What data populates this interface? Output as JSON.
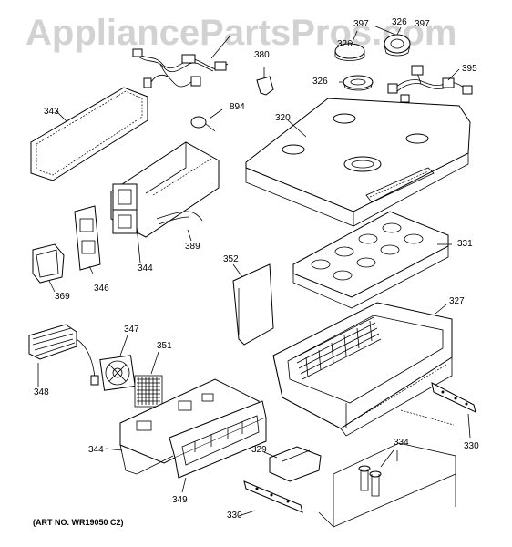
{
  "watermark": "AppliancePartsPros.com",
  "art_number": "(ART NO. WR19050 C2)",
  "callouts": [
    {
      "id": "397a",
      "text": "397"
    },
    {
      "id": "326a",
      "text": "326"
    },
    {
      "id": "397b",
      "text": "397"
    },
    {
      "id": "326b",
      "text": "326"
    },
    {
      "id": "326c",
      "text": "326"
    },
    {
      "id": "395",
      "text": "395"
    },
    {
      "id": "380",
      "text": "380"
    },
    {
      "id": "894",
      "text": "894"
    },
    {
      "id": "343",
      "text": "343"
    },
    {
      "id": "320",
      "text": "320"
    },
    {
      "id": "331",
      "text": "331"
    },
    {
      "id": "389",
      "text": "389"
    },
    {
      "id": "344a",
      "text": "344"
    },
    {
      "id": "352",
      "text": "352"
    },
    {
      "id": "346",
      "text": "346"
    },
    {
      "id": "369",
      "text": "369"
    },
    {
      "id": "327",
      "text": "327"
    },
    {
      "id": "347",
      "text": "347"
    },
    {
      "id": "351",
      "text": "351"
    },
    {
      "id": "348",
      "text": "348"
    },
    {
      "id": "344b",
      "text": "344"
    },
    {
      "id": "329",
      "text": "329"
    },
    {
      "id": "334",
      "text": "334"
    },
    {
      "id": "330a",
      "text": "330"
    },
    {
      "id": "349",
      "text": "349"
    },
    {
      "id": "330b",
      "text": "330"
    }
  ]
}
